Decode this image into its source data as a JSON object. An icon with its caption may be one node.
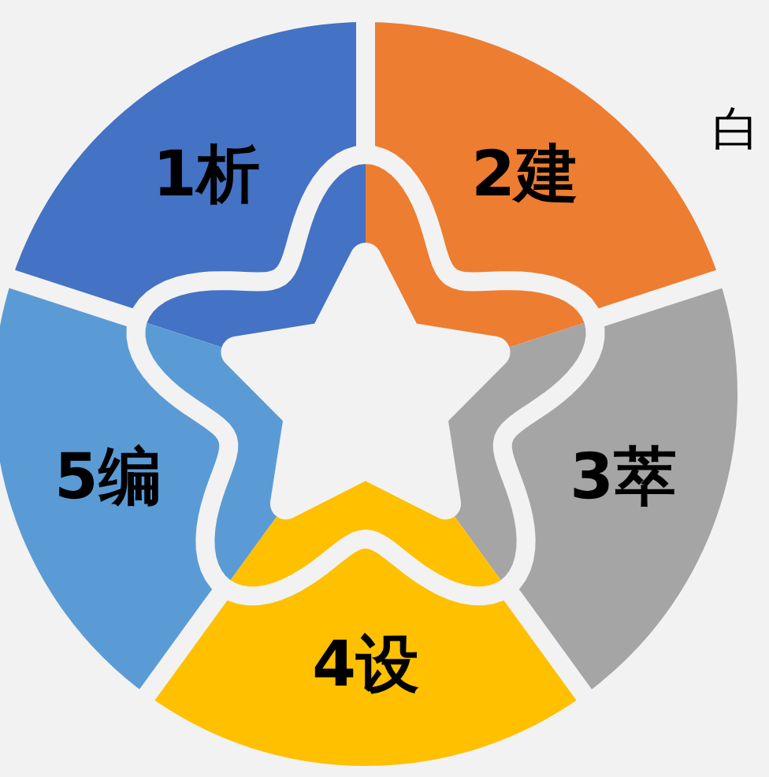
{
  "diagram": {
    "nodes": [
      {
        "text": [
          "1析"
        ]
      },
      {
        "text": [
          "2建"
        ]
      },
      {
        "text": [
          "3萃"
        ]
      },
      {
        "text": [
          "4设"
        ]
      },
      {
        "text": [
          "5编"
        ]
      }
    ],
    "labels": [
      "白"
    ]
  }
}
